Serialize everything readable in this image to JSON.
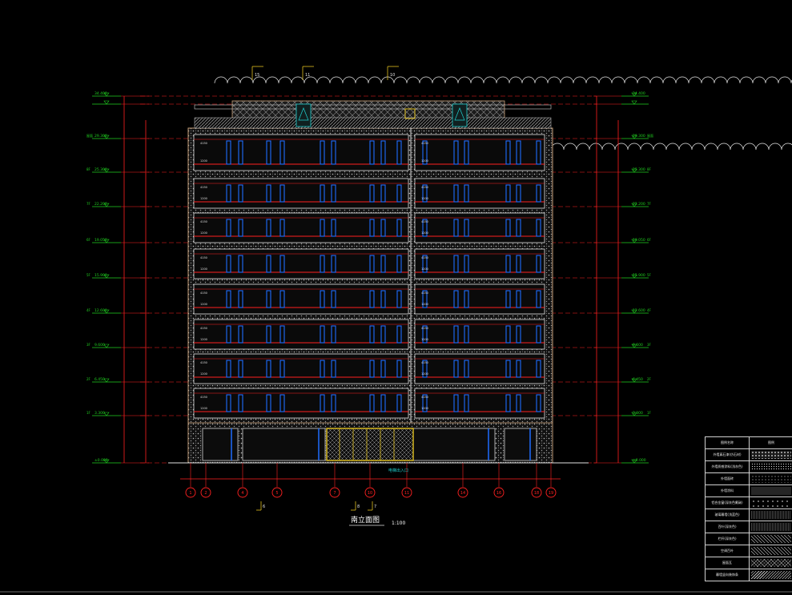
{
  "drawing": {
    "title": "南立面图",
    "scale": "1:100",
    "colors": {
      "background": "#000000",
      "axis": "#ff2020",
      "frame": "#c8a07a",
      "window": "#1e6cff",
      "level": "#20d020",
      "ivory": "#e0e0e0",
      "yellow": "#e0c020",
      "cyan": "#20d0d0"
    },
    "grid_top_labels": [
      "15",
      "11",
      "10"
    ],
    "grid_bottom_labels": [
      "1",
      "2",
      "4",
      "5",
      "7",
      "10",
      "11",
      "14",
      "16",
      "18",
      "19"
    ],
    "level_tags": [
      "34.400",
      "29.300",
      "25.300",
      "22.200",
      "19.050",
      "15.900",
      "12.600",
      "9.600",
      "6.450",
      "3.300",
      "±0.000"
    ],
    "floor_tags": [
      "屋面",
      "8F",
      "7F",
      "6F",
      "5F",
      "4F",
      "3F",
      "2F",
      "1F"
    ],
    "bottom_marks": [
      "6",
      "8",
      "7"
    ],
    "note": "电梯出入口"
  },
  "legend": {
    "header": [
      "图例名称",
      "图例"
    ],
    "rows": [
      {
        "name": "外墙真石漆(仿石材)",
        "pattern": "stone"
      },
      {
        "name": "外墙质感涂料(浅灰色)",
        "pattern": "dots"
      },
      {
        "name": "外墙面砖",
        "pattern": "dark-dots"
      },
      {
        "name": "外墙涂料",
        "pattern": "fine-dots"
      },
      {
        "name": "铝合金窗(深灰色氟碳)",
        "pattern": "sparse"
      },
      {
        "name": "玻璃幕墙(浅蓝色)",
        "pattern": "grain"
      },
      {
        "name": "百叶(深灰色)",
        "pattern": "grain"
      },
      {
        "name": "栏杆(深灰色)",
        "pattern": "hatch"
      },
      {
        "name": "空调百叶",
        "pattern": "hatch"
      },
      {
        "name": "屋面瓦",
        "pattern": "cross"
      },
      {
        "name": "幕墙竖向装饰条",
        "pattern": "diag"
      }
    ]
  }
}
